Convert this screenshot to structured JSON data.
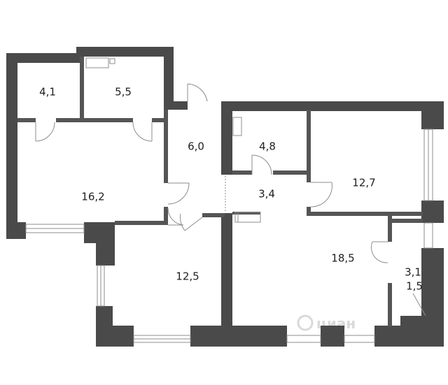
{
  "colors": {
    "wall": "#4a4a4a",
    "thin": "#555555",
    "line": "#8c8c8c",
    "watermark": "#d9d9d9"
  },
  "rooms": [
    {
      "id": "r1",
      "area": "4,1"
    },
    {
      "id": "r2",
      "area": "5,5"
    },
    {
      "id": "r3",
      "area": "6,0"
    },
    {
      "id": "r4",
      "area": "4,8"
    },
    {
      "id": "r5",
      "area": "12,7"
    },
    {
      "id": "r6",
      "area": "16,2"
    },
    {
      "id": "r7",
      "area": "3,4"
    },
    {
      "id": "r8",
      "area": "18,5"
    },
    {
      "id": "r9",
      "area": "12,5"
    },
    {
      "id": "r10",
      "area": "3,1"
    },
    {
      "id": "r11",
      "area": "1,5"
    }
  ],
  "watermark": {
    "text": "циан"
  }
}
